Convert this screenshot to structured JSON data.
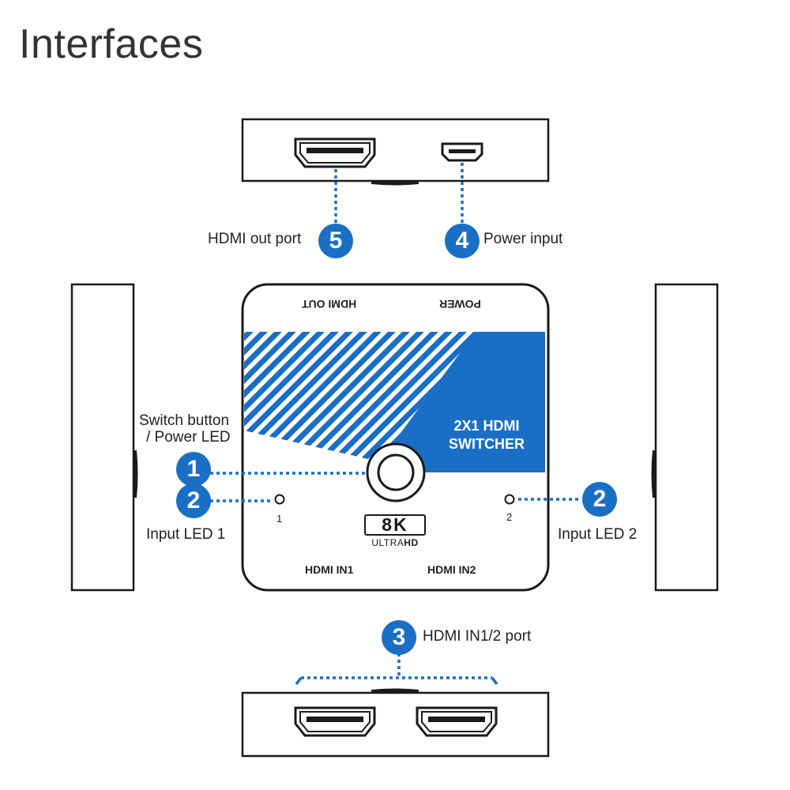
{
  "title": "Interfaces",
  "colors": {
    "accent": "#1a6fc4",
    "outline": "#1a1a1a"
  },
  "callouts": [
    {
      "number": "5",
      "label": "HDMI out port"
    },
    {
      "number": "4",
      "label": "Power input"
    },
    {
      "number": "1",
      "label_line1": "Switch button",
      "label_line2": "/ Power LED"
    },
    {
      "number": "2",
      "label": "Input LED 1"
    },
    {
      "number": "2",
      "label": "Input LED 2"
    },
    {
      "number": "3",
      "label": "HDMI IN1/2 port"
    }
  ],
  "device": {
    "top_label_hdmi_out": "HDMI OUT",
    "top_label_power": "POWER",
    "product_name": "2X1 HDMI\nSWITCHER",
    "badge": "8K",
    "badge_sub_a": "ULTRA",
    "badge_sub_b": "HD",
    "led1_number": "1",
    "led2_number": "2",
    "port_label_in1": "HDMI IN1",
    "port_label_in2": "HDMI IN2"
  },
  "icons": [
    "hdmi-port-icon",
    "micro-usb-port-icon",
    "switch-button-icon",
    "led-indicator-icon"
  ]
}
